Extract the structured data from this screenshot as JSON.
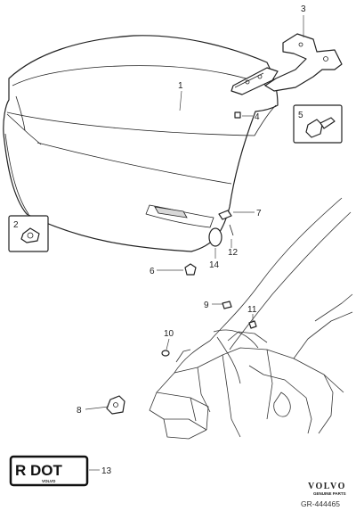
{
  "callouts": {
    "c1": "1",
    "c2": "2",
    "c3": "3",
    "c4": "4",
    "c5": "5",
    "c6": "6",
    "c7": "7",
    "c8": "8",
    "c9": "9",
    "c10": "10",
    "c11": "11",
    "c12": "12",
    "c13": "13",
    "c14": "14"
  },
  "badge": {
    "text": "R DOT",
    "sub": "VOLVO"
  },
  "brand": {
    "name": "VOLVO",
    "tagline": "GENUINE PARTS"
  },
  "reference": "GR-444465"
}
